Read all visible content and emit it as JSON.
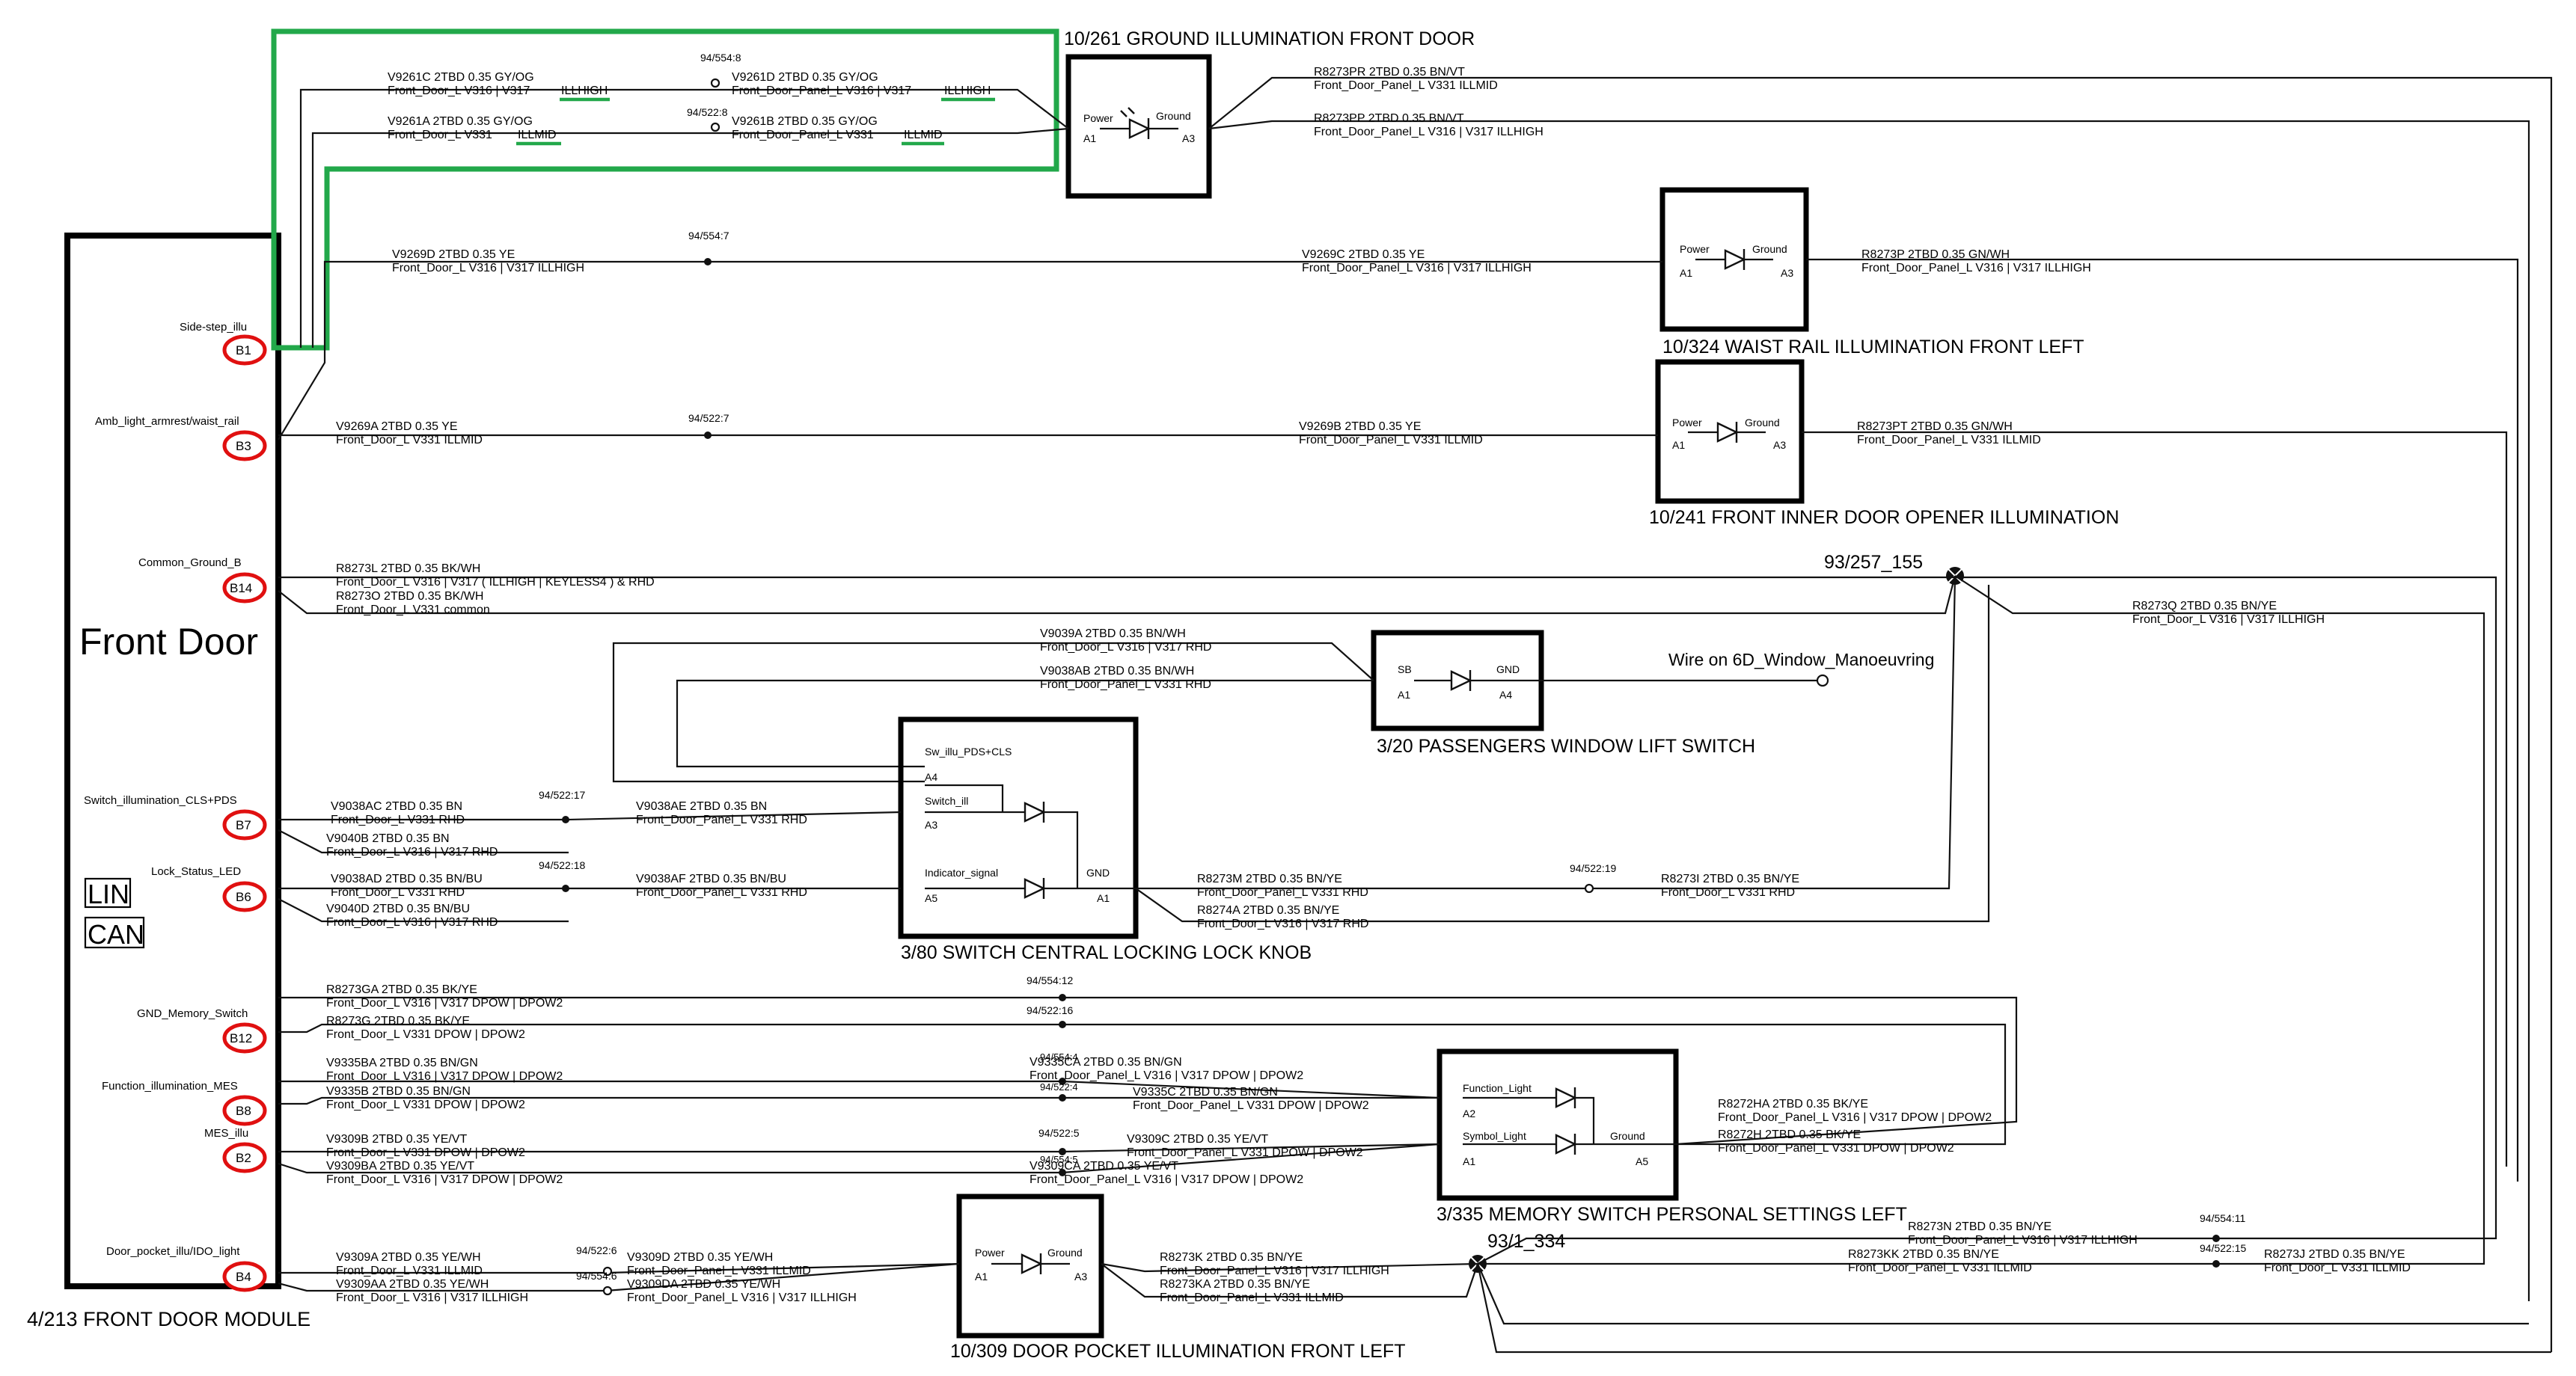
{
  "front_door": {
    "title": "Front Door",
    "caption": "4/213  FRONT DOOR MODULE",
    "lin": "LIN",
    "can": "CAN",
    "pins": [
      {
        "label": "Side-step_illu",
        "pin": "B1"
      },
      {
        "label": "Amb_light_armrest/waist_rail",
        "pin": "B3"
      },
      {
        "label": "Common_Ground_B",
        "pin": "B14"
      },
      {
        "label": "Switch_illumination_CLS+PDS",
        "pin": "B7"
      },
      {
        "label": "Lock_Status_LED",
        "pin": "B6"
      },
      {
        "label": "GND_Memory_Switch",
        "pin": "B12"
      },
      {
        "label": "Function_illumination_MES",
        "pin": "B8"
      },
      {
        "label": "MES_illu",
        "pin": "B2"
      },
      {
        "label": "Door_pocket_illu/IDO_light",
        "pin": "B4"
      }
    ]
  },
  "components": {
    "ground_illum": {
      "caption": "10/261  GROUND ILLUMINATION FRONT DOOR",
      "power": "Power",
      "ground": "Ground",
      "a1": "A1",
      "a3": "A3"
    },
    "waist_rail": {
      "caption": "10/324  WAIST RAIL ILLUMINATION FRONT LEFT",
      "power": "Power",
      "ground": "Ground",
      "a1": "A1",
      "a3": "A3"
    },
    "inner_opener": {
      "caption": "10/241  FRONT INNER DOOR OPENER ILLUMINATION",
      "power": "Power",
      "ground": "Ground",
      "a1": "A1",
      "a3": "A3"
    },
    "window_switch": {
      "caption": "3/20  PASSENGERS WINDOW LIFT SWITCH",
      "sb": "SB",
      "gnd": "GND",
      "a1": "A1",
      "a4": "A4"
    },
    "lock_knob": {
      "caption": "3/80  SWITCH CENTRAL LOCKING LOCK KNOB",
      "sw_illu": "Sw_illu_PDS+CLS",
      "a4": "A4",
      "switch_ill": "Switch_ill",
      "a3": "A3",
      "indicator": "Indicator_signal",
      "a5": "A5",
      "gnd": "GND",
      "a1": "A1"
    },
    "memory_switch": {
      "caption": "3/335   MEMORY SWITCH PERSONAL SETTINGS LEFT",
      "function_light": "Function_Light",
      "a2": "A2",
      "symbol_light": "Symbol_Light",
      "a1": "A1",
      "ground": "Ground",
      "a5": "A5"
    },
    "door_pocket": {
      "caption": "10/309   DOOR POCKET ILLUMINATION FRONT LEFT",
      "power": "Power",
      "ground": "Ground",
      "a1": "A1",
      "a3": "A3"
    }
  },
  "splices": {
    "s1": "93/257_155",
    "s2": "93/1_334",
    "window_wire": "Wire on 6D_Window_Manoeuvring"
  },
  "connectors": {
    "c1": "94/554:8",
    "c2": "94/522:8",
    "c3": "94/554:7",
    "c4": "94/522:7",
    "c5": "94/522:17",
    "c6": "94/522:18",
    "c7": "94/522:19",
    "c8": "94/554:12",
    "c9": "94/522:16",
    "c10": "94/554:4",
    "c11": "94/522:4",
    "c12": "94/522:5",
    "c13": "94/554:5",
    "c14": "94/522:6",
    "c15": "94/554:6",
    "c16": "94/554:11",
    "c17": "94/522:15"
  },
  "wires": {
    "g1a": "V9261C  2TBD 0.35 GY/OG",
    "g1b": "Front_Door_L  V316 | V317   ",
    "g1c": "ILLHIGH",
    "g2a": "V9261D  2TBD 0.35 GY/OG",
    "g2b": "Front_Door_Panel_L  V316 | V317   ",
    "g2c": "ILLHIGH",
    "g3a": "V9261A  2TBD 0.35 GY/OG",
    "g3b": "Front_Door_L  V331   ",
    "g3c": "ILLMID",
    "g4a": "V9261B  2TBD 0.35 GY/OG",
    "g4b": "Front_Door_Panel_L  V331   ",
    "g4c": "ILLMID",
    "r1a": "R8273PR  2TBD 0.35 BN/VT",
    "r1b": "Front_Door_Panel_L  V331   ILLMID",
    "r2a": "R8273PP  2TBD 0.35 BN/VT",
    "r2b": "Front_Door_Panel_L  V316 | V317   ILLHIGH",
    "w1a": "V9269D  2TBD 0.35 YE",
    "w1b": "Front_Door_L  V316 | V317   ILLHIGH",
    "w2a": "V9269C  2TBD 0.35 YE",
    "w2b": "Front_Door_Panel_L  V316 | V317   ILLHIGH",
    "w3a": "R8273P  2TBD 0.35 GN/WH",
    "w3b": "Front_Door_Panel_L  V316 | V317   ILLHIGH",
    "i1a": "V9269A  2TBD 0.35 YE",
    "i1b": "Front_Door_L  V331   ILLMID",
    "i2a": "V9269B  2TBD 0.35 YE",
    "i2b": "Front_Door_Panel_L  V331   ILLMID",
    "i3a": "R8273PT  2TBD 0.35 GN/WH",
    "i3b": "Front_Door_Panel_L  V331   ILLMID",
    "cg1a": "R8273L  2TBD 0.35 BK/WH",
    "cg1b": "Front_Door_L  V316 | V317   ( ILLHIGH | KEYLESS4 ) & RHD",
    "cg2a": "R8273O  2TBD 0.35 BK/WH",
    "cg2b": "Front_Door_L  V331   common",
    "cq1a": "R8273Q  2TBD 0.35 BN/YE",
    "cq1b": "Front_Door_L  V316 | V317   ILLHIGH",
    "ws1a": "V9039A  2TBD 0.35 BN/WH",
    "ws1b": "Front_Door_L  V316 | V317   RHD",
    "ws2a": "V9038AB  2TBD 0.35 BN/WH",
    "ws2b": "Front_Door_Panel_L  V331   RHD",
    "s7a": "V9038AC  2TBD 0.35 BN",
    "s7b": "Front_Door_L  V331   RHD",
    "s7c": "V9040B  2TBD 0.35 BN",
    "s7d": "Front_Door_L  V316 | V317   RHD",
    "s7e": "V9038AE  2TBD 0.35 BN",
    "s7f": "Front_Door_Panel_L  V331   RHD",
    "s6a": "V9038AD  2TBD 0.35 BN/BU",
    "s6b": "Front_Door_L  V331   RHD",
    "s6c": "V9040D  2TBD 0.35 BN/BU",
    "s6d": "Front_Door_L  V316 | V317   RHD",
    "s6e": "V9038AF  2TBD 0.35 BN/BU",
    "s6f": "Front_Door_Panel_L  V331   RHD",
    "lk1a": "R8273M  2TBD 0.35 BN/YE",
    "lk1b": "Front_Door_Panel_L  V331   RHD",
    "lk2a": "R8274A  2TBD 0.35 BN/YE",
    "lk2b": "Front_Door_L  V316 | V317   RHD",
    "lk3a": "R8273I  2TBD 0.35 BN/YE",
    "lk3b": "Front_Door_L  V331   RHD",
    "m12a": "R8273GA  2TBD 0.35 BK/YE",
    "m12b": "Front_Door_L  V316 | V317   DPOW | DPOW2",
    "m12c": "R8273G  2TBD 0.35 BK/YE",
    "m12d": "Front_Door_L  V331   DPOW | DPOW2",
    "m8a": "V9335BA  2TBD 0.35 BN/GN",
    "m8b": "Front_Door_L  V316 | V317   DPOW | DPOW2",
    "m8c": "V9335B  2TBD 0.35 BN/GN",
    "m8d": "Front_Door_L  V331   DPOW | DPOW2",
    "m8e": "V9335CA  2TBD 0.35 BN/GN",
    "m8f": "Front_Door_Panel_L  V316 | V317   DPOW | DPOW2",
    "m8g": "V9335C  2TBD 0.35 BN/GN",
    "m8h": "Front_Door_Panel_L  V331   DPOW | DPOW2",
    "m2a": "V9309B  2TBD 0.35 YE/VT",
    "m2b": "Front_Door_L  V331   DPOW | DPOW2",
    "m2c": "V9309BA  2TBD 0.35 YE/VT",
    "m2d": "Front_Door_L  V316 | V317   DPOW | DPOW2",
    "m2e": "V9309C  2TBD 0.35 YE/VT",
    "m2f": "Front_Door_Panel_L  V331   DPOW | DPOW2",
    "m2g": "V9309CA  2TBD 0.35 YE/VT",
    "m2h": "Front_Door_Panel_L  V316 | V317   DPOW | DPOW2",
    "mg1a": "R8272HA  2TBD 0.35 BK/YE",
    "mg1b": "Front_Door_Panel_L  V316 | V317   DPOW | DPOW2",
    "mg2a": "R8272H  2TBD 0.35 BK/YE",
    "mg2b": "Front_Door_Panel_L  V331   DPOW | DPOW2",
    "dp1a": "V9309A  2TBD 0.35 YE/WH",
    "dp1b": "Front_Door_L  V331   ILLMID",
    "dp2a": "V9309AA  2TBD 0.35 YE/WH",
    "dp2b": "Front_Door_L  V316 | V317   ILLHIGH",
    "dp3a": "V9309D  2TBD 0.35 YE/WH",
    "dp3b": "Front_Door_Panel_L  V331   ILLMID",
    "dp4a": "V9309DA  2TBD 0.35 YE/WH",
    "dp4b": "Front_Door_Panel_L  V316 | V317   ILLHIGH",
    "dk1a": "R8273K  2TBD 0.35 BN/YE",
    "dk1b": "Front_Door_Panel_L  V316 | V317   ILLHIGH",
    "dk2a": "R8273KA  2TBD 0.35 BN/YE",
    "dk2b": "Front_Door_Panel_L  V331   ILLMID",
    "rn1a": "R8273N  2TBD 0.35 BN/YE",
    "rn1b": "Front_Door_Panel_L  V316 | V317   ILLHIGH",
    "rn2a": "R8273KK  2TBD 0.35 BN/YE",
    "rn2b": "Front_Door_Panel_L  V331   ILLMID",
    "rj1a": "R8273J  2TBD 0.35 BN/YE",
    "rj1b": "Front_Door_L  V331   ILLMID"
  }
}
